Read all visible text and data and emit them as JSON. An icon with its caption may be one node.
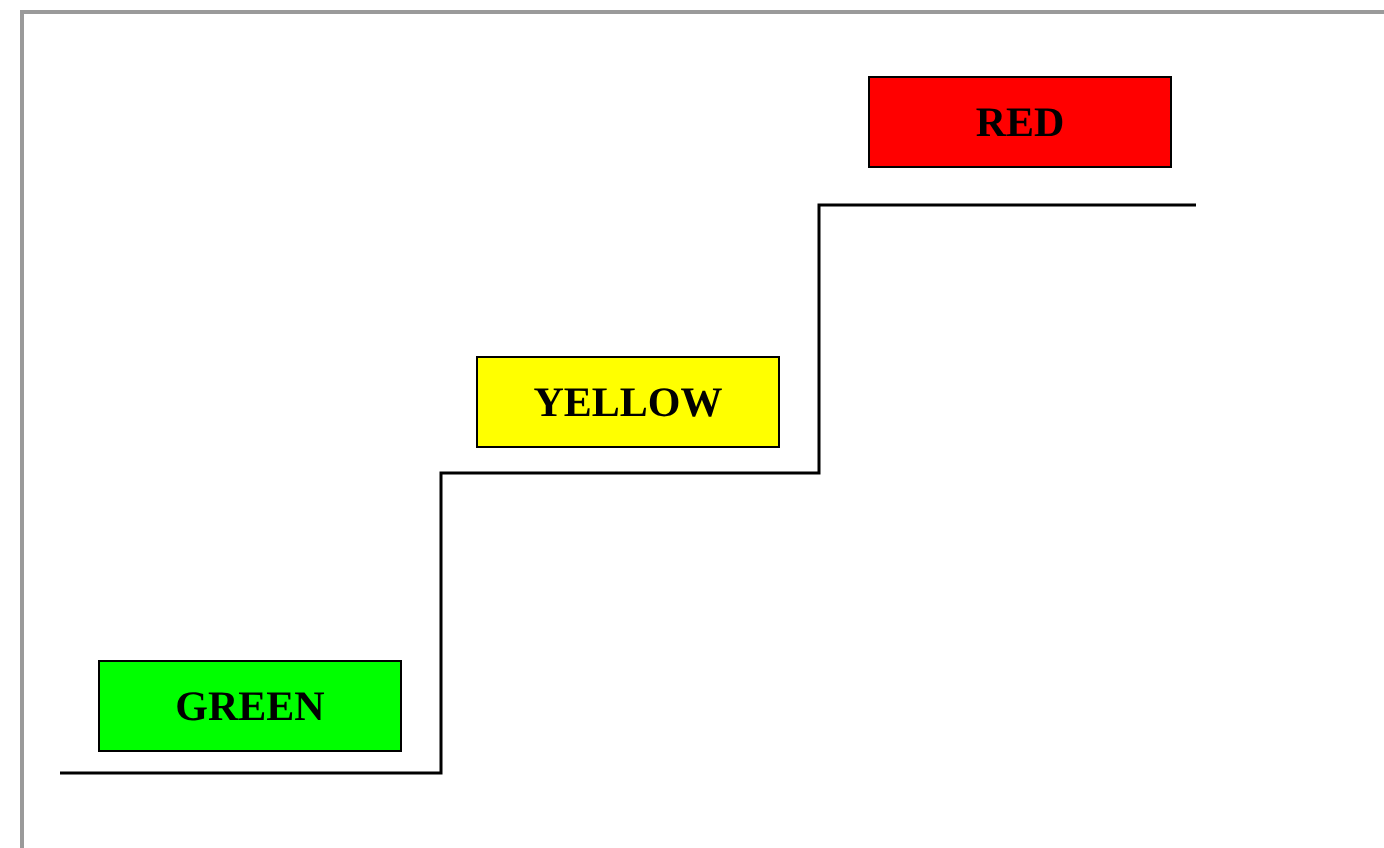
{
  "diagram": {
    "nodes": [
      {
        "text": [
          "GREEN"
        ]
      },
      {
        "text": [
          "YELLOW"
        ]
      },
      {
        "text": [
          "RED"
        ]
      }
    ],
    "edges": []
  }
}
